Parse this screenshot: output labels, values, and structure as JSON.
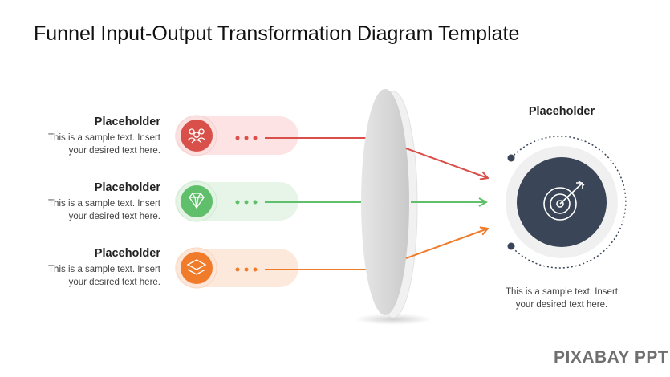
{
  "title": "Funnel Input-Output Transformation Diagram Template",
  "inputs": [
    {
      "heading": "Placeholder",
      "line1": "This is a sample text. Insert",
      "line2": "your desired text here.",
      "color": "#d9504a",
      "light": "#fde3e3",
      "icon": "people-icon"
    },
    {
      "heading": "Placeholder",
      "line1": "This is a sample text. Insert",
      "line2": "your desired text here.",
      "color": "#5fbf6a",
      "light": "#e6f5e7",
      "icon": "diamond-icon"
    },
    {
      "heading": "Placeholder",
      "line1": "This is a sample text. Insert",
      "line2": "your desired text here.",
      "color": "#f07b2b",
      "light": "#fde9db",
      "icon": "layers-icon"
    }
  ],
  "output": {
    "heading": "Placeholder",
    "line1": "This is a sample text. Insert",
    "line2": "your desired text here.",
    "color": "#3a4557",
    "icon": "target-icon"
  },
  "brand": "PIXABAY PPT"
}
